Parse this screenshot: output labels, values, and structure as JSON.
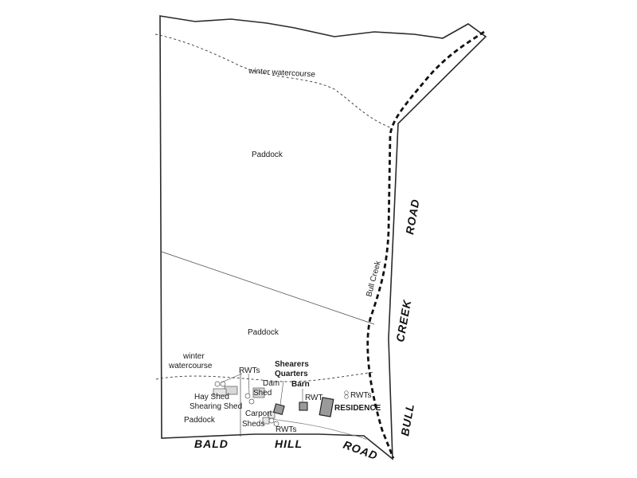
{
  "labels": {
    "winter_watercourse_top": "winter watercourse",
    "paddock_top": "Paddock",
    "paddock_middle": "Paddock",
    "paddock_bottom": "Paddock",
    "winter_line1": "winter",
    "winter_line2": "watercourse",
    "bull_creek": "Bull Creek",
    "rwts_upper": "RWTs",
    "dam": "Dam",
    "shed": "Shed",
    "hay_shed": "Hay Shed",
    "shearing_shed": "Shearing Shed",
    "carport": "Carport",
    "sheds": "Sheds",
    "rwts_lower": "RWTs",
    "shearers_line1": "Shearers",
    "shearers_line2": "Quarters",
    "barn": "Barn",
    "rwt": "RWT",
    "rwts_right": "RWTs",
    "residence": "RESIDENCE"
  },
  "roads": {
    "bald": "BALD",
    "hill": "HILL",
    "road_bottom": "ROAD",
    "road_right": "ROAD",
    "creek": "CREEK",
    "bull": "BULL"
  },
  "colors": {
    "boundary": "#2a2a2a",
    "building_fill": "#9a9a9a",
    "faint_building_fill": "#d8d8d8"
  }
}
